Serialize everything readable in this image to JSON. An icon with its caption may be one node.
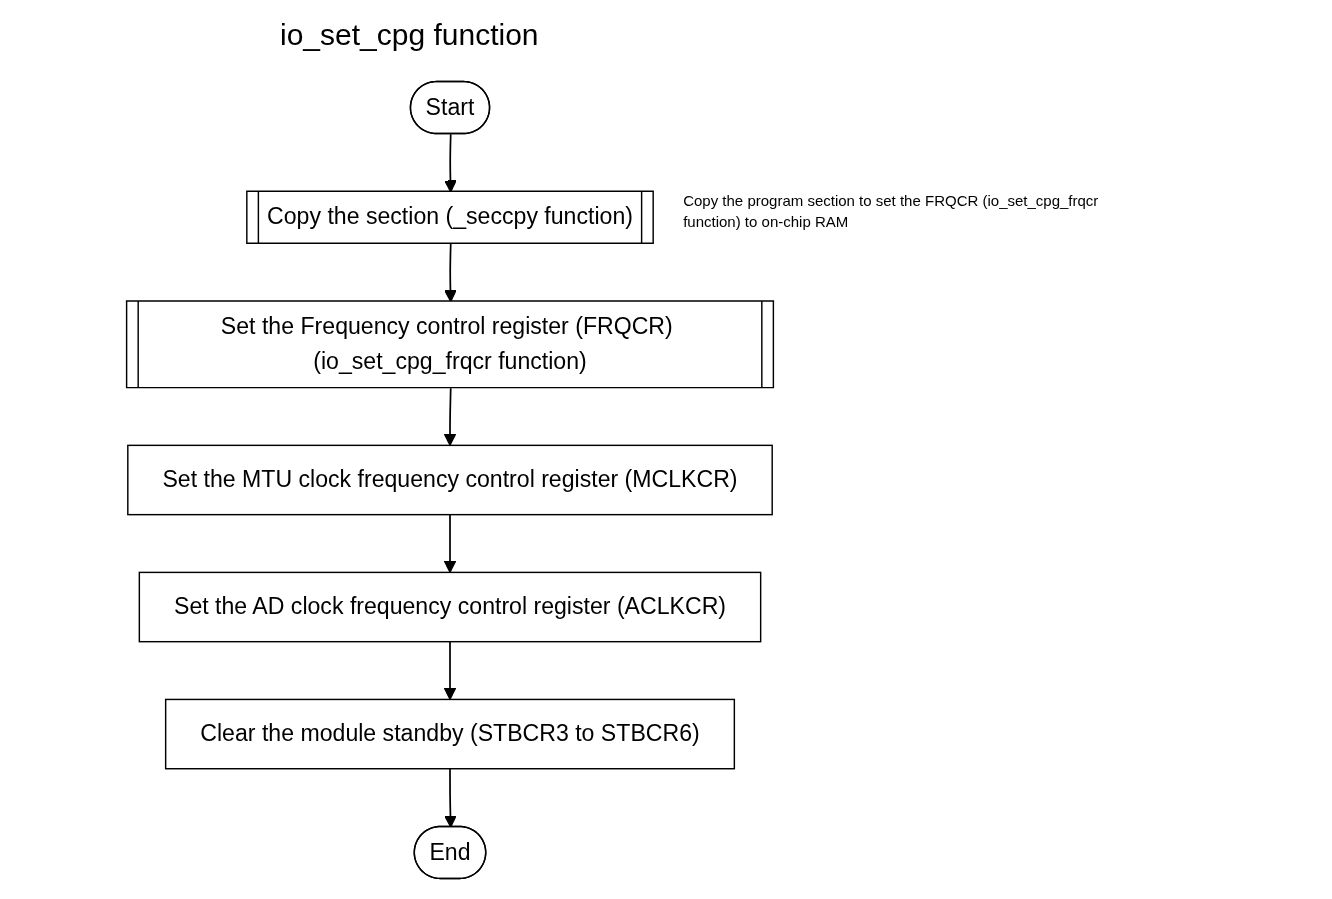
{
  "diagram": {
    "title": "io_set_cpg function",
    "nodes": [
      {
        "text": [
          "Start"
        ]
      },
      {
        "text": [
          "Copy the section (_seccpy function)"
        ],
        "beside": [
          "Copy the program section to set the FRQCR (io_set_cpg_frqcr function) to on-chip RAM"
        ]
      },
      {
        "text": [
          "Set the Frequency control register (FRQCR) (io_set_cpg_frqcr function)"
        ]
      },
      {
        "text": [
          "Set the MTU clock frequency control register (MCLKCR)"
        ]
      },
      {
        "text": [
          "Set the AD clock frequency control register (ACLKCR)"
        ]
      },
      {
        "text": [
          "Clear the module standby (STBCR3 to STBCR6)"
        ]
      },
      {
        "text": [
          "End"
        ]
      }
    ],
    "edges": [
      {
        "from": 0,
        "to": 1,
        "arrow": "to"
      },
      {
        "from": 1,
        "to": 2,
        "arrow": "to"
      },
      {
        "from": 2,
        "to": 3,
        "arrow": "to"
      },
      {
        "from": 3,
        "to": 4,
        "arrow": "to"
      },
      {
        "from": 4,
        "to": 5,
        "arrow": "to"
      },
      {
        "from": 5,
        "to": 6,
        "arrow": "to"
      }
    ]
  }
}
